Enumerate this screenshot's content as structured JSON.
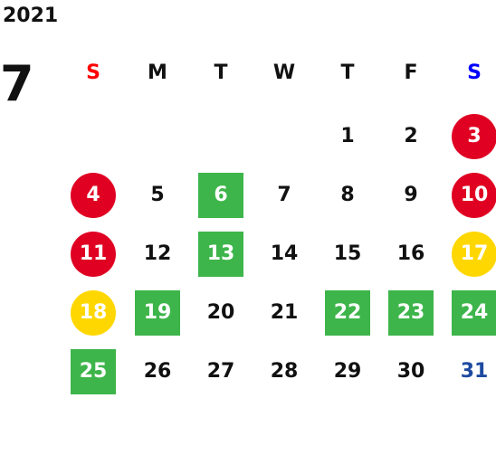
{
  "calendar": {
    "year": "2021",
    "month": "7",
    "weekdays": [
      "S",
      "M",
      "T",
      "W",
      "T",
      "F",
      "S"
    ],
    "days": [
      {
        "num": "1",
        "style": "plain"
      },
      {
        "num": "2",
        "style": "plain"
      },
      {
        "num": "3",
        "style": "red-circle"
      },
      {
        "num": "4",
        "style": "red-circle"
      },
      {
        "num": "5",
        "style": "plain"
      },
      {
        "num": "6",
        "style": "green-box"
      },
      {
        "num": "7",
        "style": "plain"
      },
      {
        "num": "8",
        "style": "plain"
      },
      {
        "num": "9",
        "style": "plain"
      },
      {
        "num": "10",
        "style": "red-circle"
      },
      {
        "num": "11",
        "style": "red-circle"
      },
      {
        "num": "12",
        "style": "plain"
      },
      {
        "num": "13",
        "style": "green-box"
      },
      {
        "num": "14",
        "style": "plain"
      },
      {
        "num": "15",
        "style": "plain"
      },
      {
        "num": "16",
        "style": "plain"
      },
      {
        "num": "17",
        "style": "yellow-circle"
      },
      {
        "num": "18",
        "style": "yellow-circle"
      },
      {
        "num": "19",
        "style": "green-box"
      },
      {
        "num": "20",
        "style": "plain"
      },
      {
        "num": "21",
        "style": "plain"
      },
      {
        "num": "22",
        "style": "green-box"
      },
      {
        "num": "23",
        "style": "green-box"
      },
      {
        "num": "24",
        "style": "green-box"
      },
      {
        "num": "25",
        "style": "green-box"
      },
      {
        "num": "26",
        "style": "plain"
      },
      {
        "num": "27",
        "style": "plain"
      },
      {
        "num": "28",
        "style": "plain"
      },
      {
        "num": "29",
        "style": "plain"
      },
      {
        "num": "30",
        "style": "plain"
      },
      {
        "num": "31",
        "style": "blue-text"
      }
    ]
  },
  "colors": {
    "sunday_label": "#ff0000",
    "saturday_label": "#0000ff",
    "red_marker": "#e00022",
    "yellow_marker": "#ffd700",
    "green_marker": "#3db54a",
    "blue_text": "#1f4aa0"
  }
}
